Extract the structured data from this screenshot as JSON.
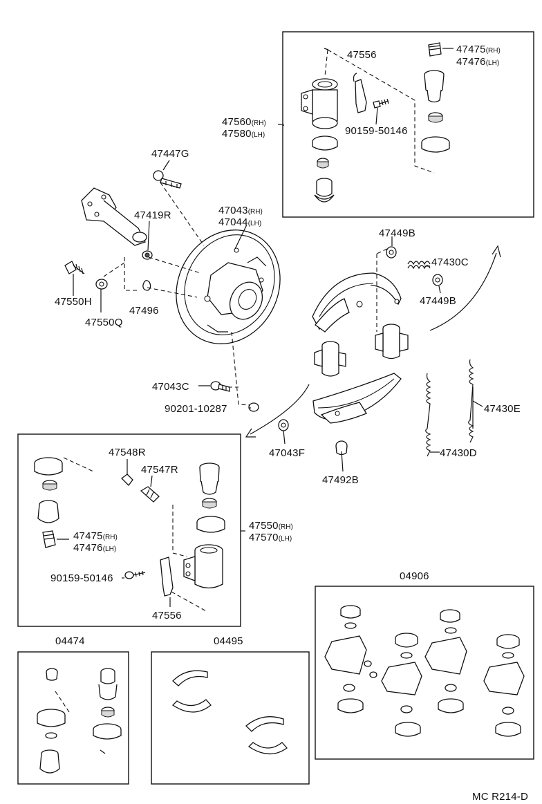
{
  "labels": {
    "p47556_top": "47556",
    "p47475_top": "47475",
    "p47475_top_sub": "(RH)",
    "p47476_top": "47476",
    "p47476_top_sub": "(LH)",
    "p47560": "47560",
    "p47560_sub": "(RH)",
    "p47580": "47580",
    "p47580_sub": "(LH)",
    "p90159_top": "90159-50146",
    "p47447G": "47447G",
    "p47043": "47043",
    "p47043_sub": "(RH)",
    "p47044": "47044",
    "p47044_sub": "(LH)",
    "p47419R": "47419R",
    "p47550H": "47550H",
    "p47550Q": "47550Q",
    "p47496": "47496",
    "p47449B_a": "47449B",
    "p47430C": "47430C",
    "p47449B_b": "47449B",
    "p47043C": "47043C",
    "p90201": "90201-10287",
    "p47430E": "47430E",
    "p47043F": "47043F",
    "p47430D": "47430D",
    "p47492B": "47492B",
    "p47548R": "47548R",
    "p47547R": "47547R",
    "p47550": "47550",
    "p47550_sub": "(RH)",
    "p47570": "47570",
    "p47570_sub": "(LH)",
    "p47475_bot": "47475",
    "p47475_bot_sub": "(RH)",
    "p47476_bot": "47476",
    "p47476_bot_sub": "(LH)",
    "p90159_bot": "90159-50146",
    "p47556_bot": "47556",
    "p04906": "04906",
    "p04474": "04474",
    "p04495": "04495",
    "footer_code": "MC R214-D"
  }
}
